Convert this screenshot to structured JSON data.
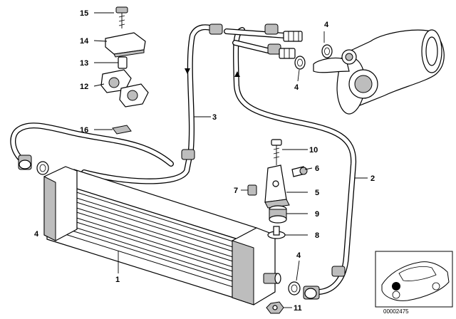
{
  "callouts": {
    "c1": "1",
    "c2": "2",
    "c3": "3",
    "c4_top": "4",
    "c4_mid": "4",
    "c4_left": "4",
    "c4_bottom": "4",
    "c5": "5",
    "c6": "6",
    "c7": "7",
    "c8": "8",
    "c9": "9",
    "c10": "10",
    "c11": "11",
    "c12": "12",
    "c13": "13",
    "c14": "14",
    "c15": "15",
    "c16": "16"
  },
  "document_id": "00002475"
}
